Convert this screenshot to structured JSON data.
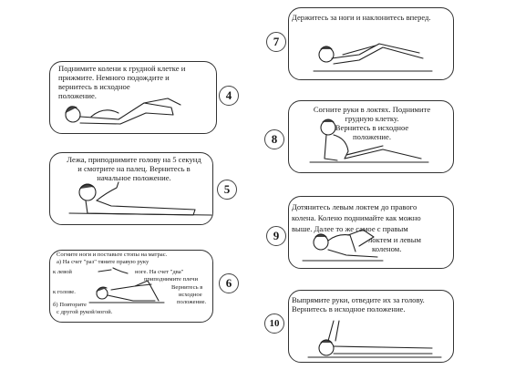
{
  "exercises": [
    {
      "number": "4",
      "text": "Поднимите колени к грудной клетке и\nприжмите. Немного подождите и\nвернитесь в исходное\nположение."
    },
    {
      "number": "5",
      "text": "Лежа, приподнимите голову на 5 секунд\nи смотрите на палец. Вернитесь в\nначальное положение."
    },
    {
      "number": "6",
      "lines": [
        "Согните ноги и поставьте стопы на матрас.",
        "а) На счет \"раз\" тяните правую руку",
        "к левой",
        "ногe. На счет \"два\"",
        "приподнимите плечи",
        "к голове.",
        "Вернитесь в",
        "исходное",
        "положение.",
        "б) Повторите",
        "с другой рукой/ногой."
      ]
    },
    {
      "number": "7",
      "text": "Держитесь за ноги и наклонитесь вперед."
    },
    {
      "number": "8",
      "text": "Согните руки в локтях. Поднимите\nгрудную клетку.\nВернитесь в исходное\nположение."
    },
    {
      "number": "9",
      "lines": [
        "Дотянитесь левым локтем до правого",
        "колена. Колено поднимайте как можно",
        "выше. Далее то же самое с правым",
        "локтем и левым",
        "коленом."
      ]
    },
    {
      "number": "10",
      "text": "Выпрямите руки, отведите их за голову.\nВернитесь в исходное положение."
    }
  ]
}
